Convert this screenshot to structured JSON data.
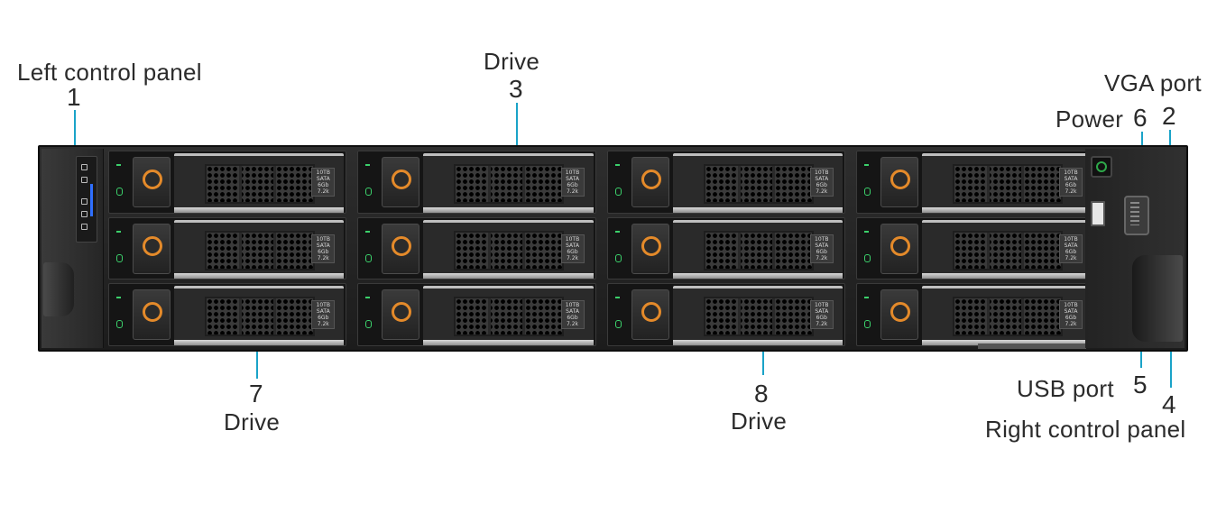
{
  "callouts": {
    "left_control_panel": {
      "label": "Left control panel",
      "number": "1"
    },
    "vga_port": {
      "label": "VGA port",
      "number": "2"
    },
    "drive_top": {
      "label": "Drive",
      "number": "3"
    },
    "right_control_panel": {
      "label": "Right control panel",
      "number": "4"
    },
    "usb_port": {
      "label": "USB port",
      "number": "5"
    },
    "power": {
      "label": "Power",
      "number": "6"
    },
    "drive_bottom_left": {
      "label": "Drive",
      "number": "7"
    },
    "drive_bottom_mid": {
      "label": "Drive",
      "number": "8"
    }
  },
  "drive_tag": {
    "line1": "10TB",
    "line2": "SATA",
    "line3": "6Gb",
    "line4": "7.2k"
  },
  "colors": {
    "callout": "#1aa3c8",
    "latch_ring": "#e48a2a",
    "status_led": "#3bd16b",
    "panel_led": "#2f6fff"
  }
}
